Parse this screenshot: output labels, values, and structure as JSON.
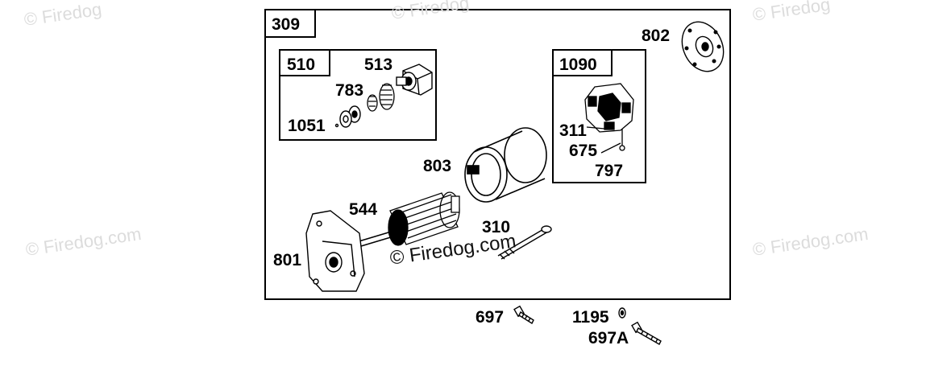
{
  "watermark": {
    "text": "© Firedog.com",
    "text_partial": "© Firedog",
    "main_text": "© Firedog.com"
  },
  "labels": {
    "assembly": "309",
    "drive_kit": "510",
    "pinion": "513",
    "spring": "783",
    "retainer": "1051",
    "brush_kit": "1090",
    "end_cap": "802",
    "housing": "803",
    "armature": "544",
    "through_bolt": "310",
    "drive_end_bracket": "801",
    "brush_screw": "311",
    "terminal_nut": "675",
    "washer": "797",
    "mount_screw": "697",
    "mount_washer": "1195",
    "mount_screw_alt": "697A"
  },
  "colors": {
    "line": "#000000",
    "watermark": "#dcdcdc"
  }
}
